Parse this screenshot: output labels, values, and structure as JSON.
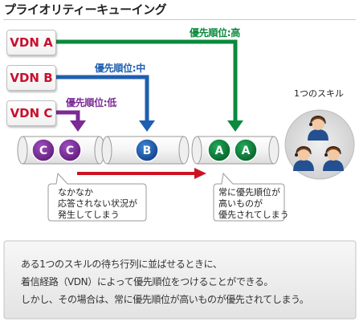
{
  "title": "プライオリティーキューイング",
  "vdns": [
    {
      "label": "VDN A",
      "priority": "優先順位:高",
      "color": "#0a8a3c"
    },
    {
      "label": "VDN B",
      "priority": "優先順位:中",
      "color": "#1f5fb0"
    },
    {
      "label": "VDN C",
      "priority": "優先順位:低",
      "color": "#7b2a96"
    }
  ],
  "queues": [
    {
      "items": [
        "C",
        "C"
      ],
      "color": "#7b2a96"
    },
    {
      "items": [
        "B"
      ],
      "color": "#1f5fb0"
    },
    {
      "items": [
        "A",
        "A"
      ],
      "color": "#0a8a3c"
    }
  ],
  "skill_label": "1つのスキル",
  "callouts": {
    "left": [
      "なかなか",
      "応答されない状況が",
      "発生してしまう"
    ],
    "right": [
      "常に優先順位が",
      "高いものが",
      "優先されてしまう"
    ]
  },
  "note_lines": [
    "ある1つのスキルの待ち行列に並ばせるときに、",
    "着信経路（VDN）によって優先順位をつけることができる。",
    "しかし、その場合は、常に優先順位が高いものが優先されてしまう。"
  ],
  "colors": {
    "vdn_text": "#c8102e",
    "flow_arrow": "#cc1122"
  }
}
